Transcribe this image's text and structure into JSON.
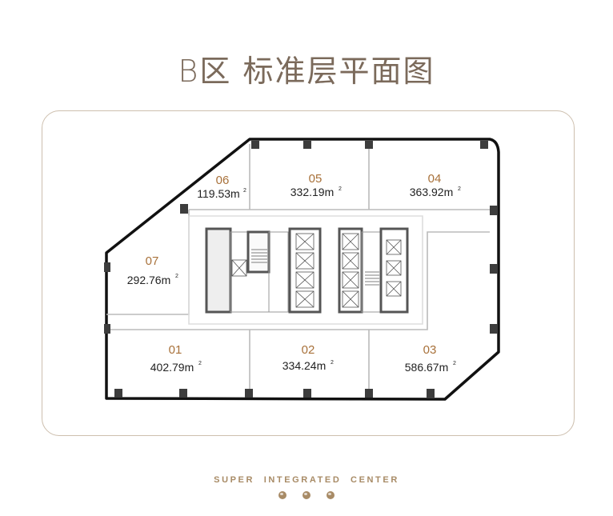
{
  "title": "B区 标准层平面图",
  "units": [
    {
      "no": "06",
      "area": "119.53m",
      "sup": "2"
    },
    {
      "no": "05",
      "area": "332.19m",
      "sup": "2"
    },
    {
      "no": "04",
      "area": "363.92m",
      "sup": "2"
    },
    {
      "no": "07",
      "area": "292.76m",
      "sup": "2"
    },
    {
      "no": "01",
      "area": "402.79m",
      "sup": "2"
    },
    {
      "no": "02",
      "area": "334.24m",
      "sup": "2"
    },
    {
      "no": "03",
      "area": "586.67m",
      "sup": "2"
    }
  ],
  "brand": "SUPER INTEGRATED CENTER",
  "colors": {
    "title": "#7b6a5b",
    "unit_no": "#a8713a",
    "brand": "#a88b66",
    "wall": "#111111",
    "column": "#3a3a3a"
  }
}
